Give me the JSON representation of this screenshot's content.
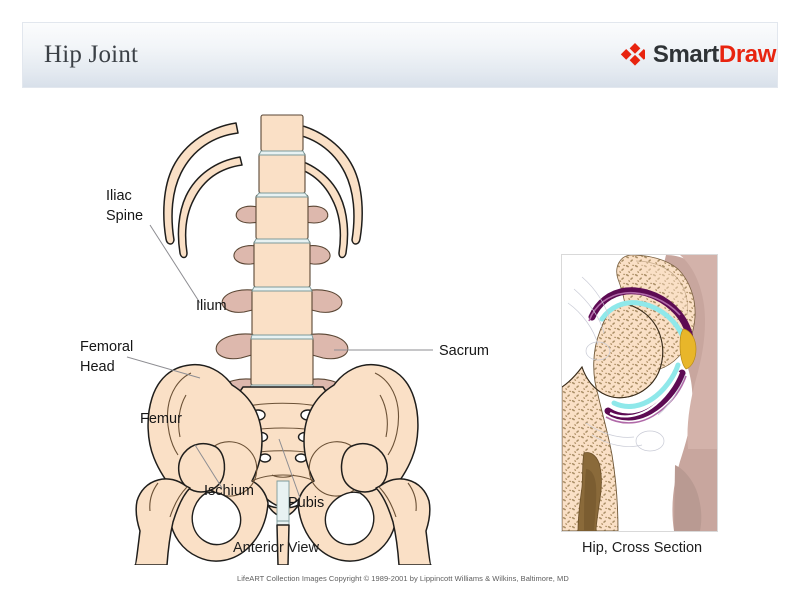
{
  "header": {
    "title": "Hip Joint",
    "logo": {
      "mark": "four-diamond-icon",
      "text_primary": "Smart",
      "text_secondary": "Draw",
      "primary_color": "#2f3336",
      "secondary_color": "#e8240f"
    },
    "band_gradient_top": "#fbfcfd",
    "band_gradient_bottom": "#d8e0ea"
  },
  "figure": {
    "anterior": {
      "caption": "Anterior View",
      "labels": [
        {
          "id": "iliac-spine",
          "line1": "Iliac",
          "line2": "Spine"
        },
        {
          "id": "ilium",
          "text": "Ilium"
        },
        {
          "id": "femoral-head",
          "line1": "Femoral",
          "line2": "Head"
        },
        {
          "id": "femur",
          "text": "Femur"
        },
        {
          "id": "ischium",
          "text": "Ischium"
        },
        {
          "id": "pubis",
          "text": "Pubis"
        },
        {
          "id": "sacrum",
          "text": "Sacrum"
        }
      ]
    },
    "cross_section": {
      "caption": "Hip, Cross Section"
    },
    "colors": {
      "bone_fill": "#fae0c6",
      "bone_outline": "#20201e",
      "cartilage_rose": "#dfb7ab",
      "soft_tissue": "#c9a79f",
      "capsule_purple": "#5d0b53",
      "cartilage_cyan": "#8fe8ea",
      "labrum_gold": "#e8b62a",
      "marrow_brown": "#8a6a3a",
      "leader_line": "#8d8d92"
    }
  },
  "copyright": "LifeART Collection Images Copyright © 1989-2001 by Lippincott Williams & Wilkins, Baltimore, MD"
}
